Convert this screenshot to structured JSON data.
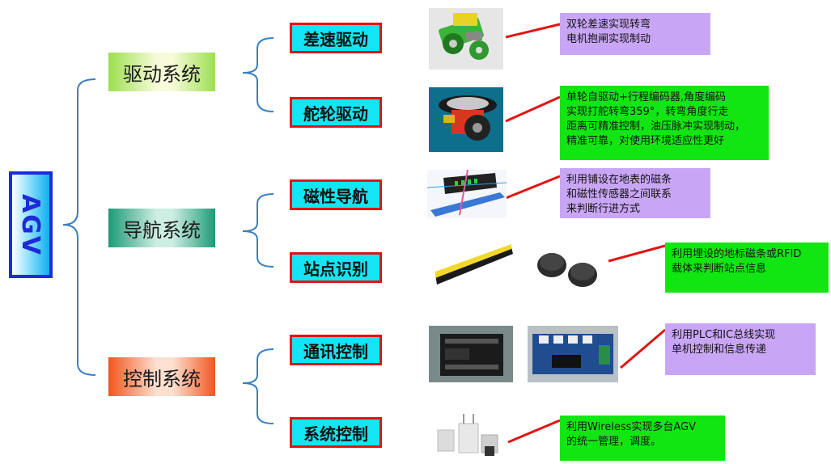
{
  "root": {
    "label": "AGV"
  },
  "systems": [
    {
      "label": "驱动系统",
      "subs": [
        {
          "label": "差速驱动",
          "desc": [
            "双轮差速实现转弯",
            "电机抱闸实现制动"
          ]
        },
        {
          "label": "舵轮驱动",
          "desc": [
            "单轮自驱动+行程编码器,角度编码",
            "实现打舵转弯359°，转弯角度行走",
            "距离可精准控制，油压脉冲实现制动，",
            "精准可靠，对使用环境适应性更好"
          ]
        }
      ]
    },
    {
      "label": "导航系统",
      "subs": [
        {
          "label": "磁性导航",
          "desc": [
            "利用铺设在地表的磁条",
            "和磁性传感器之间联系",
            "来判断行进方式"
          ]
        },
        {
          "label": "站点识别",
          "desc": [
            "利用埋设的地标磁条或RFID",
            "载体来判断站点信息"
          ]
        }
      ]
    },
    {
      "label": "控制系统",
      "subs": [
        {
          "label": "通讯控制",
          "desc": [
            "利用PLC和IC总线实现",
            "单机控制和信息传递"
          ]
        },
        {
          "label": "系统控制",
          "desc": [
            "利用Wireless实现多台AGV",
            "的统一管理，调度。"
          ]
        }
      ]
    }
  ],
  "colors": {
    "root_border": "#1d2bd8",
    "sub_fill": "#13e6f2",
    "sub_border": "#e31414",
    "connector": "#3a7fc1",
    "pointer_line": "#e31414",
    "desc_purple": "#c9a6f5",
    "desc_green": "#12e612"
  }
}
